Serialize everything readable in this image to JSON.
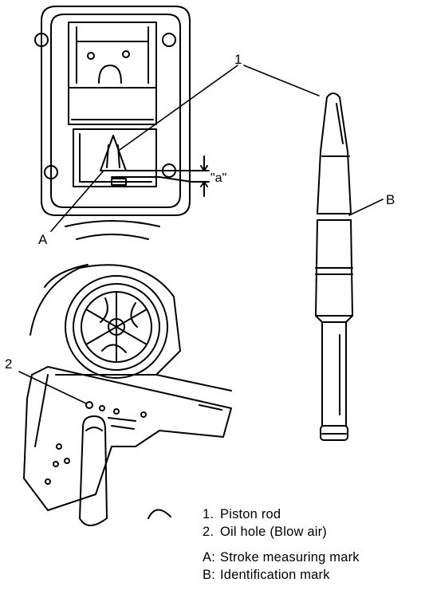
{
  "callouts": {
    "piston_rod": "1",
    "oil_hole": "2",
    "stroke_mark": "A",
    "id_mark": "B",
    "dimension": "\"a\""
  },
  "legend": {
    "items": [
      {
        "key": "1.",
        "text": "Piston rod"
      },
      {
        "key": "2.",
        "text": "Oil hole (Blow air)"
      },
      {
        "key": "A:",
        "text": "Stroke measuring mark"
      },
      {
        "key": "B:",
        "text": "Identification mark"
      }
    ]
  }
}
